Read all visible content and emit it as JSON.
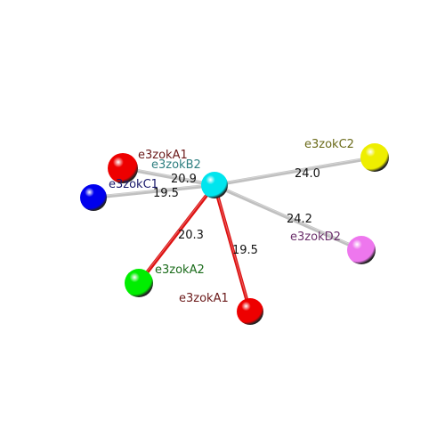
{
  "center": {
    "label": "e3zokB2",
    "label_color": "#2f7f80",
    "color": "#00e5ee"
  },
  "nodes": [
    {
      "id": "e3zokA1_top",
      "label": "e3zokA1",
      "label_color": "#6b1a1a",
      "color": "#ee0000",
      "distance": "20.9",
      "bond_color": "#c0c0c0"
    },
    {
      "id": "e3zokC1",
      "label": "e3zokC1",
      "label_color": "#1a1a6b",
      "color": "#0000ee",
      "distance": "19.5",
      "bond_color": "#c0c0c0"
    },
    {
      "id": "e3zokC2",
      "label": "e3zokC2",
      "label_color": "#6b6b1a",
      "color": "#eeee00",
      "distance": "24.0",
      "bond_color": "#c0c0c0"
    },
    {
      "id": "e3zokD2",
      "label": "e3zokD2",
      "label_color": "#6b2f6b",
      "color": "#ee77ee",
      "distance": "24.2",
      "bond_color": "#c0c0c0"
    },
    {
      "id": "e3zokA2",
      "label": "e3zokA2",
      "label_color": "#1a6b1a",
      "color": "#00ee00",
      "distance": "20.3",
      "bond_color": "#dd1111"
    },
    {
      "id": "e3zokA1_bottom",
      "label": "e3zokA1",
      "label_color": "#6b1a1a",
      "color": "#ee0000",
      "distance": "19.5",
      "bond_color": "#dd1111"
    }
  ]
}
